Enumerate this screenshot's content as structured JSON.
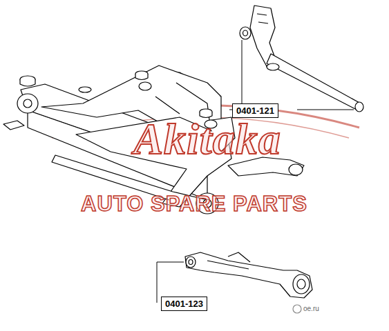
{
  "diagram": {
    "nodes": [
      {
        "text": [
          "0401-121"
        ]
      },
      {
        "text": [
          "0401-123"
        ]
      }
    ],
    "labels": [
      "Akitaka",
      "AUTO SPARE PARTS",
      "oe.ru"
    ]
  }
}
